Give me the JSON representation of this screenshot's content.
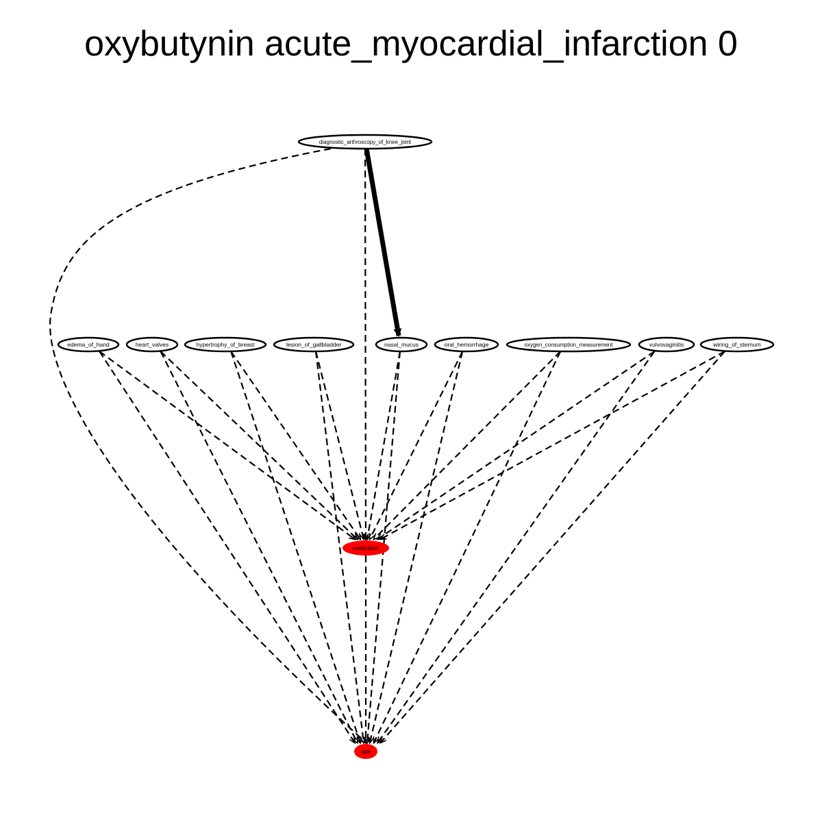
{
  "title": "oxybutynin acute_myocardial_infarction 0",
  "colors": {
    "background": "#ffffff",
    "edge": "#000000",
    "node_outline": "#000000",
    "highlight_fill": "#ff0000"
  },
  "nodes": [
    {
      "id": "diagnostic_arthroscopy_of_knee_joint",
      "label": "diagnostic_arthroscopy_of_knee_joint",
      "rank": "top",
      "highlight": false
    },
    {
      "id": "edema_of_hand",
      "label": "edema_of_hand",
      "rank": "middle",
      "highlight": false
    },
    {
      "id": "heart_valves",
      "label": "heart_valves",
      "rank": "middle",
      "highlight": false
    },
    {
      "id": "hypertrophy_of_breast",
      "label": "hypertrophy_of_breast",
      "rank": "middle",
      "highlight": false
    },
    {
      "id": "lesion_of_gallbladder",
      "label": "lesion_of_gallbladder",
      "rank": "middle",
      "highlight": false
    },
    {
      "id": "nasal_mucus",
      "label": "nasal_mucus",
      "rank": "middle",
      "highlight": false
    },
    {
      "id": "oral_hemorrhage",
      "label": "oral_hemorrhage",
      "rank": "middle",
      "highlight": false
    },
    {
      "id": "oxygen_consumption_measurement",
      "label": "oxygen_consumption_measurement",
      "rank": "middle",
      "highlight": false
    },
    {
      "id": "vulvovaginitis",
      "label": "vulvovaginitis",
      "rank": "middle",
      "highlight": false
    },
    {
      "id": "wiring_of_sternum",
      "label": "wiring_of_sternum",
      "rank": "middle",
      "highlight": false
    },
    {
      "id": "medication",
      "label": "medication",
      "rank": "lower",
      "highlight": true
    },
    {
      "id": "ade",
      "label": "ade",
      "rank": "bottom",
      "highlight": true
    }
  ],
  "edges": [
    {
      "from": "diagnostic_arthroscopy_of_knee_joint",
      "to": "nasal_mucus",
      "style": "solid-bold"
    },
    {
      "from": "diagnostic_arthroscopy_of_knee_joint",
      "to": "medication",
      "style": "dashed"
    },
    {
      "from": "diagnostic_arthroscopy_of_knee_joint",
      "to": "ade",
      "style": "dashed"
    },
    {
      "from": "edema_of_hand",
      "to": "medication",
      "style": "dashed"
    },
    {
      "from": "edema_of_hand",
      "to": "ade",
      "style": "dashed"
    },
    {
      "from": "heart_valves",
      "to": "medication",
      "style": "dashed"
    },
    {
      "from": "heart_valves",
      "to": "ade",
      "style": "dashed"
    },
    {
      "from": "hypertrophy_of_breast",
      "to": "medication",
      "style": "dashed"
    },
    {
      "from": "hypertrophy_of_breast",
      "to": "ade",
      "style": "dashed"
    },
    {
      "from": "lesion_of_gallbladder",
      "to": "medication",
      "style": "dashed"
    },
    {
      "from": "lesion_of_gallbladder",
      "to": "ade",
      "style": "dashed"
    },
    {
      "from": "nasal_mucus",
      "to": "medication",
      "style": "dashed"
    },
    {
      "from": "nasal_mucus",
      "to": "ade",
      "style": "dashed"
    },
    {
      "from": "oral_hemorrhage",
      "to": "medication",
      "style": "dashed"
    },
    {
      "from": "oral_hemorrhage",
      "to": "ade",
      "style": "dashed"
    },
    {
      "from": "oxygen_consumption_measurement",
      "to": "medication",
      "style": "dashed"
    },
    {
      "from": "oxygen_consumption_measurement",
      "to": "ade",
      "style": "dashed"
    },
    {
      "from": "vulvovaginitis",
      "to": "medication",
      "style": "dashed"
    },
    {
      "from": "vulvovaginitis",
      "to": "ade",
      "style": "dashed"
    },
    {
      "from": "wiring_of_sternum",
      "to": "medication",
      "style": "dashed"
    },
    {
      "from": "wiring_of_sternum",
      "to": "ade",
      "style": "dashed"
    },
    {
      "from": "medication",
      "to": "ade",
      "style": "dashed"
    }
  ]
}
